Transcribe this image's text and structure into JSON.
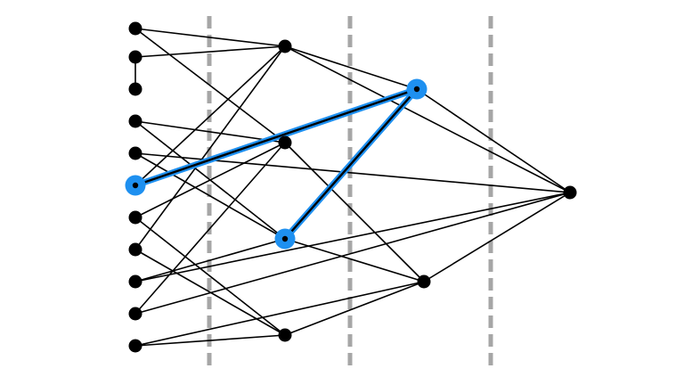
{
  "graph": {
    "colors": {
      "background": "#ffffff",
      "node": "#000000",
      "edge": "#000000",
      "highlight": "#1e90f0",
      "divider": "#a6a6a6"
    },
    "layers": [
      {
        "id": "layer-0",
        "nodes": [
          "a0",
          "a1",
          "a2",
          "a3",
          "a4",
          "a5",
          "a6",
          "a7",
          "a8",
          "a9",
          "a10"
        ]
      },
      {
        "id": "layer-1",
        "nodes": [
          "b0",
          "b1",
          "b2",
          "b3"
        ]
      },
      {
        "id": "layer-2",
        "nodes": [
          "c0",
          "c1"
        ]
      },
      {
        "id": "layer-3",
        "nodes": [
          "d0"
        ]
      }
    ],
    "dividers": 3,
    "highlighted_nodes": [
      "a5",
      "b2",
      "c0"
    ],
    "highlighted_edges": [
      [
        "a5",
        "c0"
      ],
      [
        "b2",
        "c0"
      ]
    ],
    "edges": [
      [
        "a0",
        "b0"
      ],
      [
        "a0",
        "b1"
      ],
      [
        "a1",
        "b0"
      ],
      [
        "a1",
        "a2"
      ],
      [
        "a3",
        "b1"
      ],
      [
        "a3",
        "b2"
      ],
      [
        "a4",
        "b2"
      ],
      [
        "a4",
        "d0"
      ],
      [
        "a5",
        "b0"
      ],
      [
        "a5",
        "c0"
      ],
      [
        "a6",
        "b1"
      ],
      [
        "a6",
        "b3"
      ],
      [
        "a7",
        "b0"
      ],
      [
        "a7",
        "b3"
      ],
      [
        "a8",
        "b2"
      ],
      [
        "a8",
        "d0"
      ],
      [
        "a9",
        "b1"
      ],
      [
        "a9",
        "d0"
      ],
      [
        "a10",
        "b3"
      ],
      [
        "a10",
        "c1"
      ],
      [
        "b0",
        "c0"
      ],
      [
        "b0",
        "d0"
      ],
      [
        "b1",
        "c1"
      ],
      [
        "b2",
        "c0"
      ],
      [
        "b2",
        "c1"
      ],
      [
        "b3",
        "c1"
      ],
      [
        "c0",
        "d0"
      ],
      [
        "c1",
        "d0"
      ]
    ]
  }
}
